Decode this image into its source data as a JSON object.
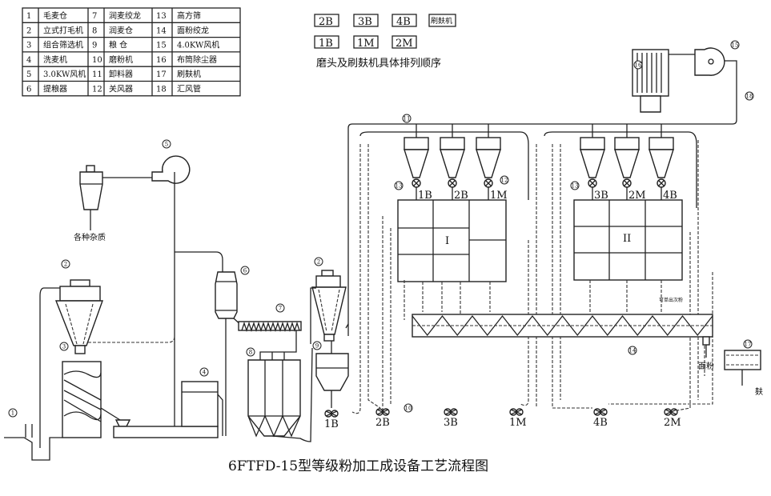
{
  "legend_table": [
    {
      "no": "1",
      "name": "毛麦仓"
    },
    {
      "no": "2",
      "name": "立式打毛机"
    },
    {
      "no": "3",
      "name": "组合筛选机"
    },
    {
      "no": "4",
      "name": "洗麦机"
    },
    {
      "no": "5",
      "name": "3.0KW风机"
    },
    {
      "no": "6",
      "name": "提粮器"
    },
    {
      "no": "7",
      "name": "润麦绞龙"
    },
    {
      "no": "8",
      "name": "润麦仓"
    },
    {
      "no": "9",
      "name": "粮 仓"
    },
    {
      "no": "10",
      "name": "磨粉机"
    },
    {
      "no": "11",
      "name": "卸料器"
    },
    {
      "no": "12",
      "name": "关风器"
    },
    {
      "no": "13",
      "name": "高方筛"
    },
    {
      "no": "14",
      "name": "面粉绞龙"
    },
    {
      "no": "15",
      "name": "4.0KW风机"
    },
    {
      "no": "16",
      "name": "布筒除尘器"
    },
    {
      "no": "17",
      "name": "刷麸机"
    },
    {
      "no": "18",
      "name": "汇风管"
    }
  ],
  "order_legend": {
    "row1": [
      "2B",
      "3B",
      "4B",
      "刷麸机"
    ],
    "row2": [
      "1B",
      "1M",
      "2M"
    ],
    "caption": "磨头及刷麸机具体排列顺序"
  },
  "sifters": {
    "left": "I",
    "right": "II"
  },
  "cyclone_labels": {
    "group1": [
      "1B",
      "2B",
      "1M"
    ],
    "group2": [
      "3B",
      "2M",
      "4B"
    ]
  },
  "mill_labels": [
    "1B",
    "2B",
    "3B",
    "1M",
    "4B",
    "2M"
  ],
  "annotations": {
    "impurities": "各种杂质",
    "flour": "面粉",
    "bran": "麸",
    "second_flour": "可单出次粉"
  },
  "callouts": {
    "c1": "1",
    "c2": "2",
    "c2b": "2",
    "c3": "3",
    "c4": "4",
    "c5": "5",
    "c6": "6",
    "c7": "7",
    "c8": "8",
    "c9": "9",
    "c10": "10",
    "c11": "11",
    "c12": "12",
    "c13a": "13",
    "c13b": "13",
    "c14": "14",
    "c15": "15",
    "c16": "16",
    "c17": "17",
    "c18": "18"
  },
  "title": "6FTFD-15型等级粉加工成设备工艺流程图"
}
